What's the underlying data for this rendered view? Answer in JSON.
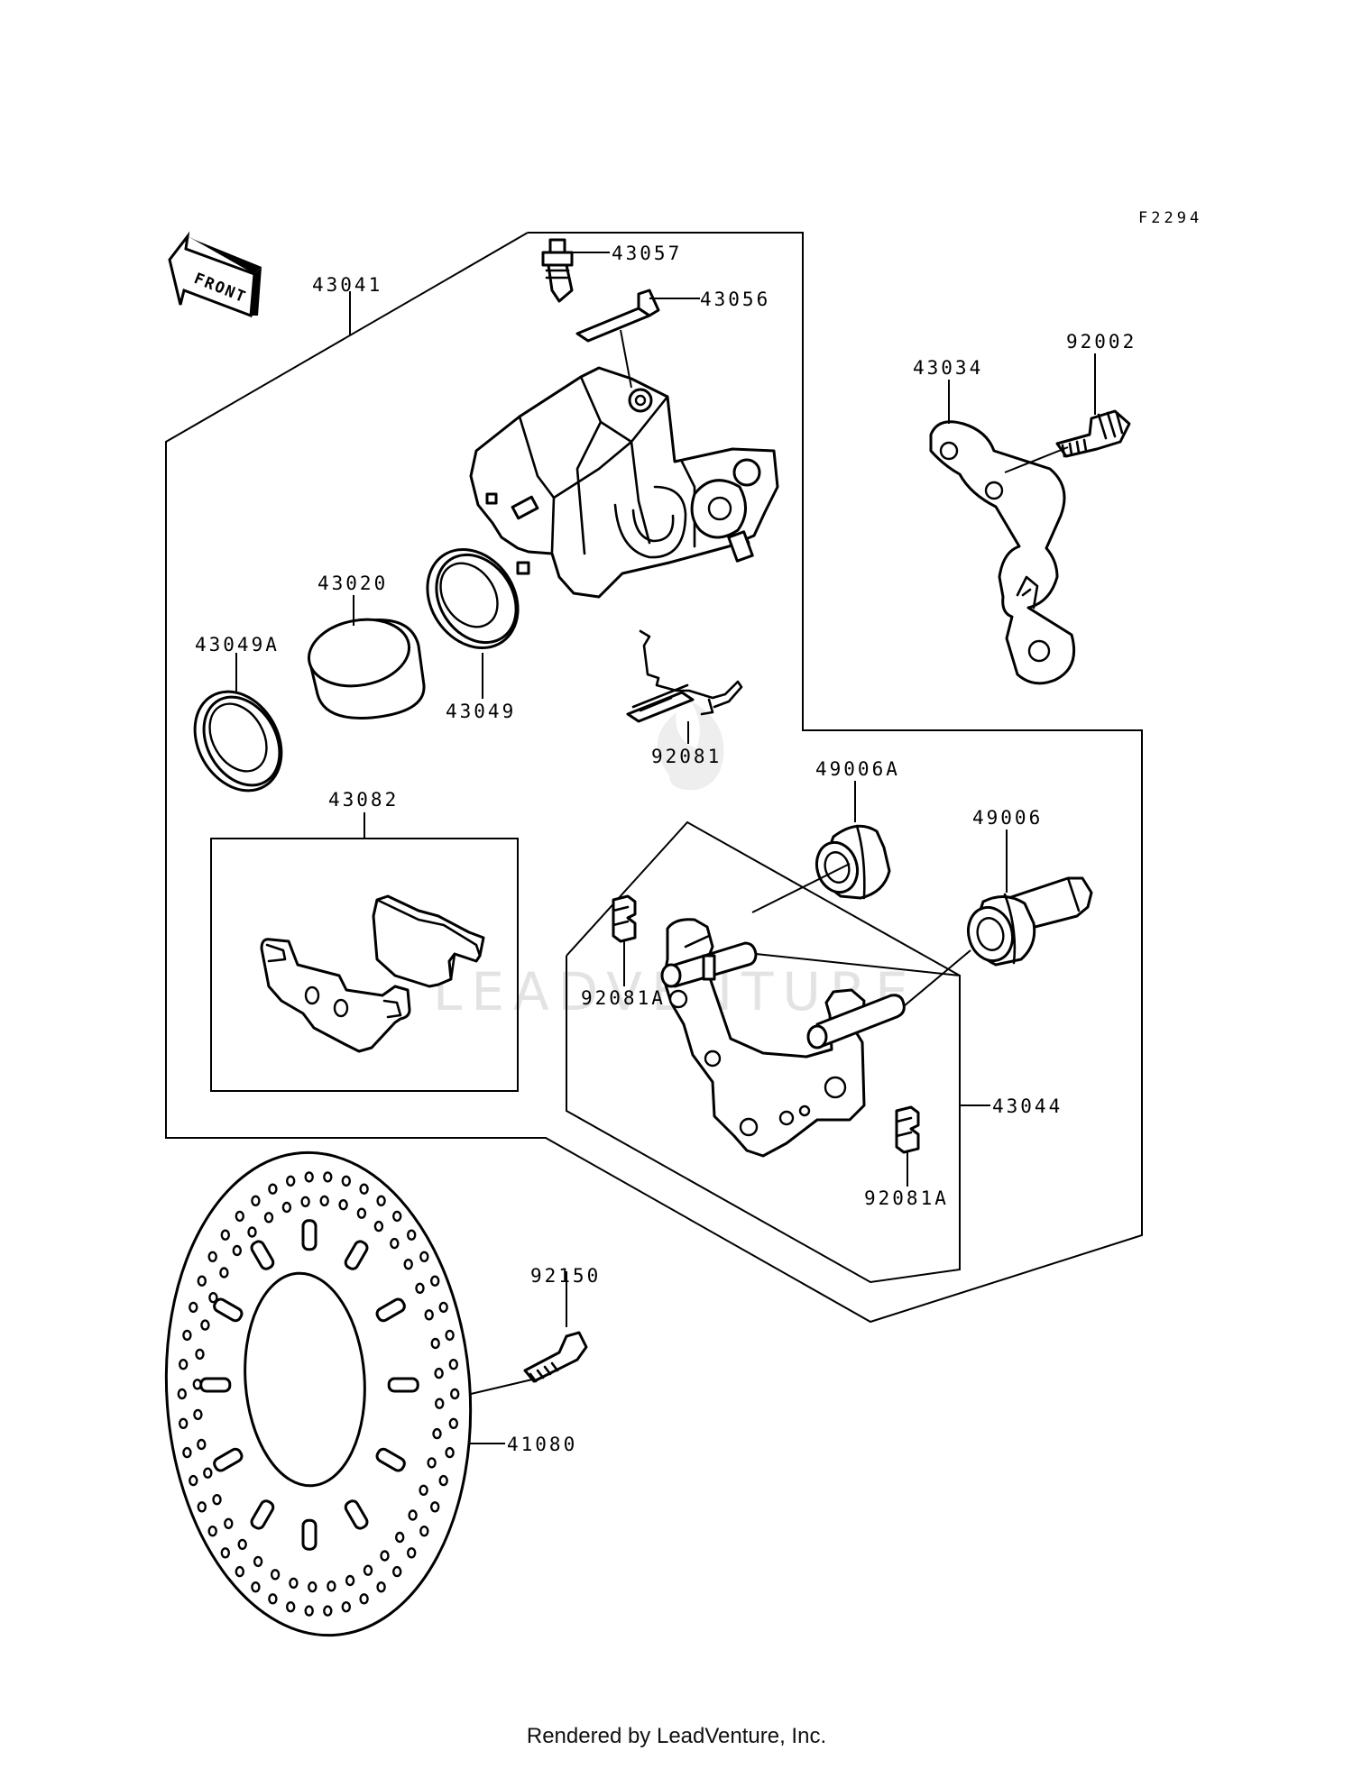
{
  "figure_code": "F2294",
  "front_arrow": "FRONT",
  "watermark": "LEADVENTURE",
  "footer": "Rendered by LeadVenture, Inc.",
  "callouts": {
    "p43057": "43057",
    "p43056": "43056",
    "p43041": "43041",
    "p43034": "43034",
    "p92002": "92002",
    "p43020": "43020",
    "p43049A": "43049A",
    "p43049": "43049",
    "p92081": "92081",
    "p43082": "43082",
    "p49006A": "49006A",
    "p49006": "49006",
    "p92081A_1": "92081A",
    "p43044": "43044",
    "p92081A_2": "92081A",
    "p92150": "92150",
    "p41080": "41080"
  }
}
